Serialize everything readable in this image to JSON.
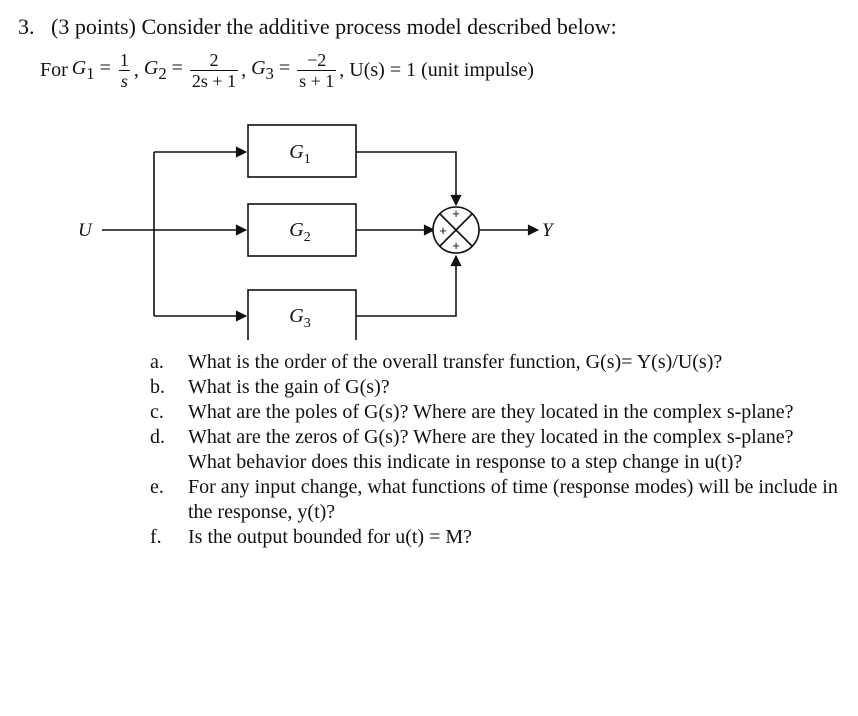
{
  "problem": {
    "number": "3.",
    "points": "(3 points)",
    "statement": "Consider the additive process model described below:"
  },
  "formula": {
    "for": "For",
    "g1_name": "G",
    "g1_sub": "1",
    "g1_num": "1",
    "g1_den": "s",
    "g2_name": "G",
    "g2_sub": "2",
    "g2_num": "2",
    "g2_den": "2s + 1",
    "g3_name": "G",
    "g3_sub": "3",
    "g3_num": "−2",
    "g3_den": "s + 1",
    "u_expr": "U(s) = 1 (unit impulse)"
  },
  "diagram": {
    "input_label": "U",
    "output_label": "Y",
    "blocks": [
      {
        "name": "G",
        "sub": "1"
      },
      {
        "name": "G",
        "sub": "2"
      },
      {
        "name": "G",
        "sub": "3"
      }
    ],
    "summing_signs": [
      "+",
      "+",
      "+"
    ]
  },
  "questions": [
    {
      "label": "a.",
      "text": "What is the order of the overall transfer function, G(s)= Y(s)/U(s)?"
    },
    {
      "label": "b.",
      "text": "What is the gain of G(s)?"
    },
    {
      "label": "c.",
      "text": "What are the poles of G(s)?  Where are they located in the complex s-plane?"
    },
    {
      "label": "d.",
      "text": "What are the zeros of G(s)?  Where are they located in the complex s-plane? What behavior does this indicate in response to a step change in u(t)?"
    },
    {
      "label": "e.",
      "text": "For any input change, what functions of time (response modes) will be include in the response, y(t)?"
    },
    {
      "label": "f.",
      "text": "Is the output bounded for u(t) = M?"
    }
  ]
}
